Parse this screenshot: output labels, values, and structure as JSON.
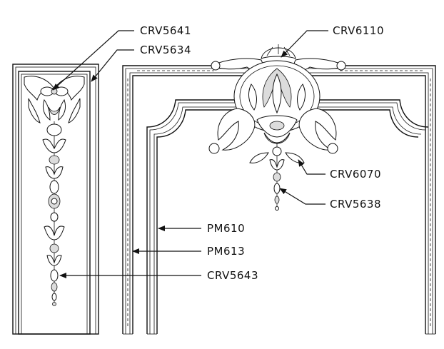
{
  "labels": {
    "crv5641": "CRV5641",
    "crv5634": "CRV5634",
    "crv6110": "CRV6110",
    "crv6070": "CRV6070",
    "crv5638": "CRV5638",
    "pm610": "PM610",
    "pm613": "PM613",
    "crv5643": "CRV5643"
  }
}
